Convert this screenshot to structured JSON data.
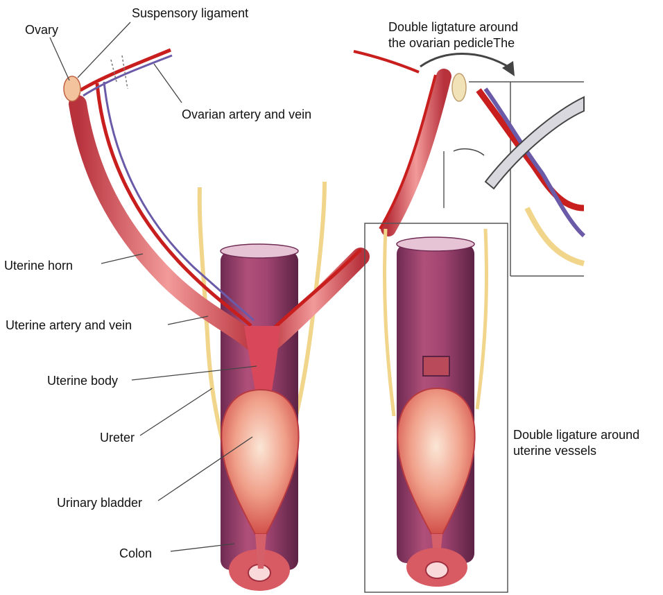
{
  "labels": {
    "ovary": "Ovary",
    "suspensory_ligament": "Suspensory ligament",
    "ovarian_artery_vein": "Ovarian artery and vein",
    "uterine_horn": "Uterine horn",
    "uterine_artery_vein": "Uterine artery and vein",
    "uterine_body": "Uterine body",
    "ureter": "Ureter",
    "urinary_bladder": "Urinary bladder",
    "colon": "Colon",
    "double_ligature_ovarian_line1": "Double ligtature around",
    "double_ligature_ovarian_line2": "the ovarian pedicleThe",
    "double_ligature_uterine_line1": "Double ligature around",
    "double_ligature_uterine_line2": "uterine vessels"
  },
  "colors": {
    "tissue_red": "#c8404a",
    "tissue_light": "#f2a0a0",
    "vessel_red": "#c81e1e",
    "vein_purple": "#6a5aa8",
    "colon_purple": "#8a3a66",
    "ligament_yellow": "#f0d58a",
    "bladder_pink": "#e06a6a",
    "leader_line": "#444444",
    "arrow": "#444444",
    "frame": "#555555"
  }
}
